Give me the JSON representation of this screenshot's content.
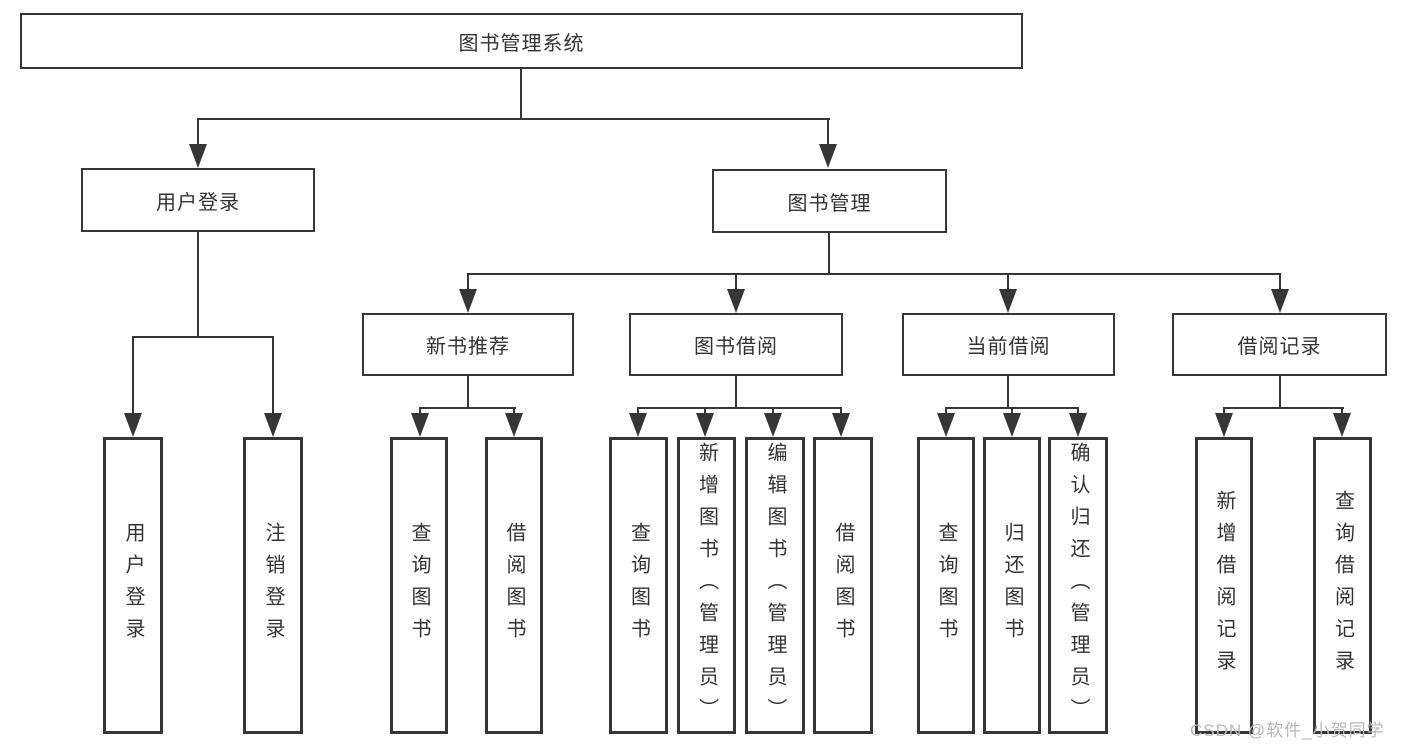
{
  "meta": {
    "watermark": "CSDN @软件_小贺同学"
  },
  "colors": {
    "line": "#363636",
    "text": "#333333",
    "bg": "#ffffff",
    "watermark": "#b8b8b8"
  },
  "tree": {
    "root": {
      "label": "图书管理系统"
    },
    "branches": [
      {
        "label": "用户登录",
        "children": [
          {
            "label": "用户登录"
          },
          {
            "label": "注销登录"
          }
        ]
      },
      {
        "label": "图书管理",
        "children": [
          {
            "label": "新书推荐",
            "children": [
              {
                "label": "查询图书"
              },
              {
                "label": "借阅图书"
              }
            ]
          },
          {
            "label": "图书借阅",
            "children": [
              {
                "label": "查询图书"
              },
              {
                "label": "新增图书（管理员）"
              },
              {
                "label": "编辑图书（管理员）"
              },
              {
                "label": "借阅图书"
              }
            ]
          },
          {
            "label": "当前借阅",
            "children": [
              {
                "label": "查询图书"
              },
              {
                "label": "归还图书"
              },
              {
                "label": "确认归还（管理员）"
              }
            ]
          },
          {
            "label": "借阅记录",
            "children": [
              {
                "label": "新增借阅记录"
              },
              {
                "label": "查询借阅记录"
              }
            ]
          }
        ]
      }
    ]
  }
}
